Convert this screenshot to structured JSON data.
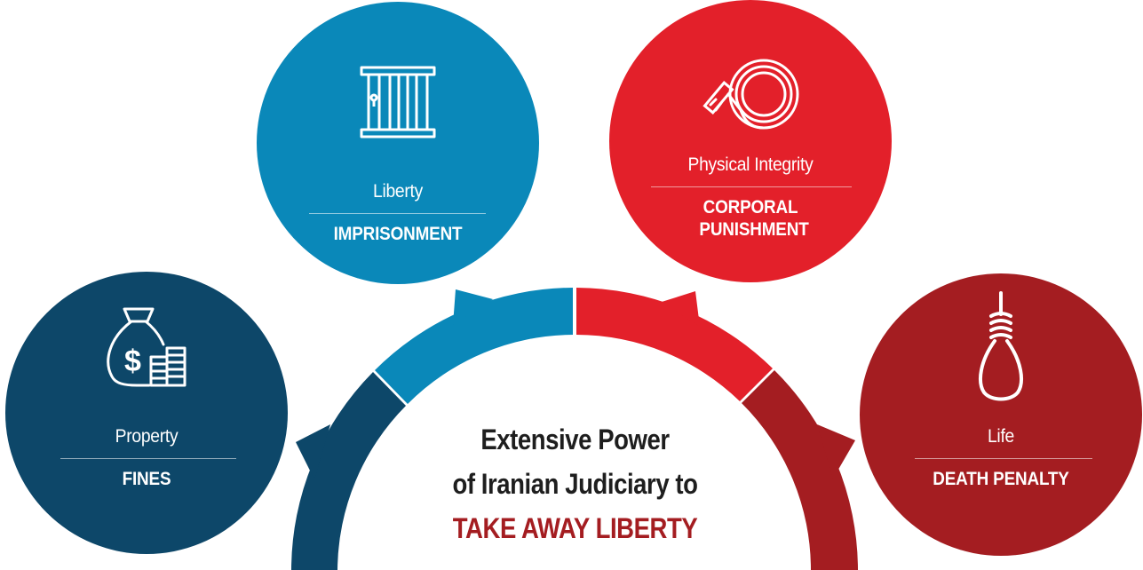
{
  "center": {
    "line1": "Extensive Power",
    "line2": "of Iranian Judiciary to",
    "line3": "TAKE AWAY LIBERTY"
  },
  "items": [
    {
      "category": "Property",
      "penalty": "FINES",
      "icon": "money-bag-icon",
      "color": "#0d4769"
    },
    {
      "category": "Liberty",
      "penalty": "IMPRISONMENT",
      "icon": "prison-cell-icon",
      "color": "#0a88b9"
    },
    {
      "category": "Physical Integrity",
      "penalty": "CORPORAL PUNISHMENT",
      "icon": "whip-icon",
      "color": "#e3202a"
    },
    {
      "category": "Life",
      "penalty": "DEATH PENALTY",
      "icon": "noose-icon",
      "color": "#a41d21"
    }
  ],
  "colors": {
    "center_accent": "#a41d21",
    "center_text": "#1e1e1e"
  }
}
